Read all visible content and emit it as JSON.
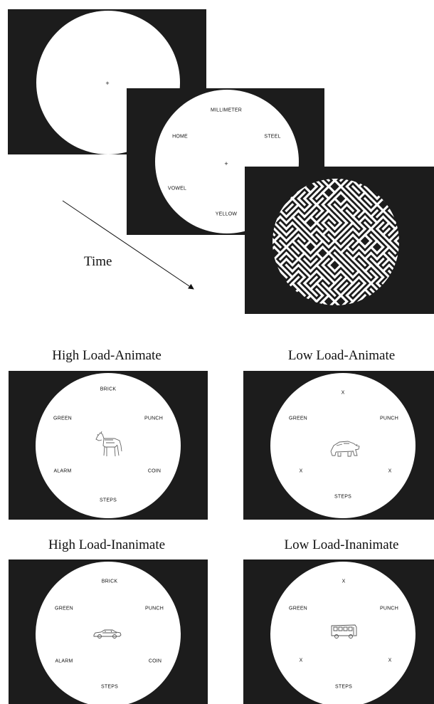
{
  "sequence": {
    "fixation_symbol": "+",
    "array_words": {
      "top": "MILLIMETER",
      "left": "HOME",
      "right": "STEEL",
      "bottom_left": "VOWEL",
      "bottom": "YELLOW"
    },
    "time_label": "Time"
  },
  "conditions": [
    {
      "title": "High Load-Animate",
      "words": {
        "top": "BRICK",
        "upper_left": "GREEN",
        "upper_right": "PUNCH",
        "lower_left": "ALARM",
        "lower_right": "COIN",
        "bottom": "STEPS"
      },
      "picture": "horse-drawing"
    },
    {
      "title": "Low Load-Animate",
      "words": {
        "top": "X",
        "upper_left": "GREEN",
        "upper_right": "PUNCH",
        "lower_left": "X",
        "lower_right": "X",
        "bottom": "STEPS"
      },
      "picture": "bear-drawing"
    },
    {
      "title": "High Load-Inanimate",
      "words": {
        "top": "BRICK",
        "upper_left": "GREEN",
        "upper_right": "PUNCH",
        "lower_left": "ALARM",
        "lower_right": "COIN",
        "bottom": "STEPS"
      },
      "picture": "car-drawing"
    },
    {
      "title": "Low Load-Inanimate",
      "words": {
        "top": "X",
        "upper_left": "GREEN",
        "upper_right": "PUNCH",
        "lower_left": "X",
        "lower_right": "X",
        "bottom": "STEPS"
      },
      "picture": "bus-drawing"
    }
  ],
  "colors": {
    "background": "#1c1c1c",
    "circle": "#ffffff",
    "text": "#111111"
  }
}
